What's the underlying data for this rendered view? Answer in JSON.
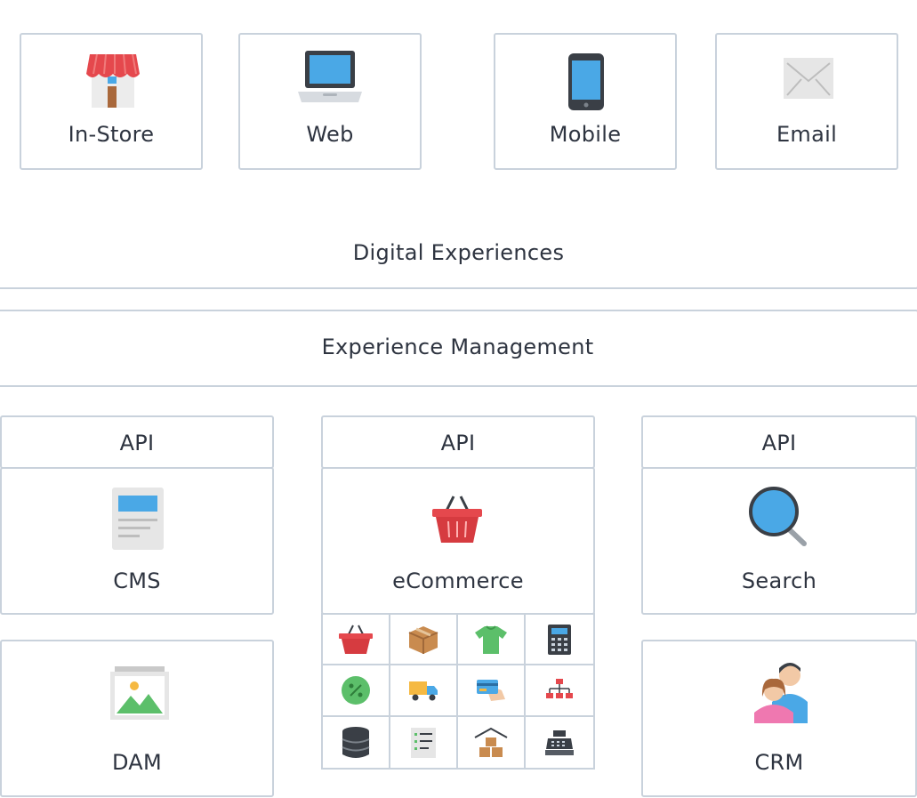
{
  "channels": {
    "in_store": "In-Store",
    "web": "Web",
    "mobile": "Mobile",
    "email": "Email"
  },
  "digital_experiences": "Digital Experiences",
  "experience_management": "Experience Management",
  "columns": {
    "left": {
      "api": "API",
      "top": "CMS",
      "bottom": "DAM"
    },
    "middle": {
      "api": "API",
      "top": "eCommerce"
    },
    "right": {
      "api": "API",
      "top": "Search",
      "bottom": "CRM"
    }
  },
  "ecommerce_modules": [
    "basket-icon",
    "package-icon",
    "tshirt-icon",
    "calculator-icon",
    "discount-icon",
    "delivery-truck-icon",
    "card-payment-icon",
    "org-chart-icon",
    "database-icon",
    "checklist-icon",
    "warehouse-icon",
    "cash-register-icon"
  ],
  "colors": {
    "border": "#c9d2dc",
    "text": "#2e3440",
    "accent_blue": "#4aa8e6",
    "accent_red": "#e5484d",
    "accent_green": "#5cbf6a"
  }
}
